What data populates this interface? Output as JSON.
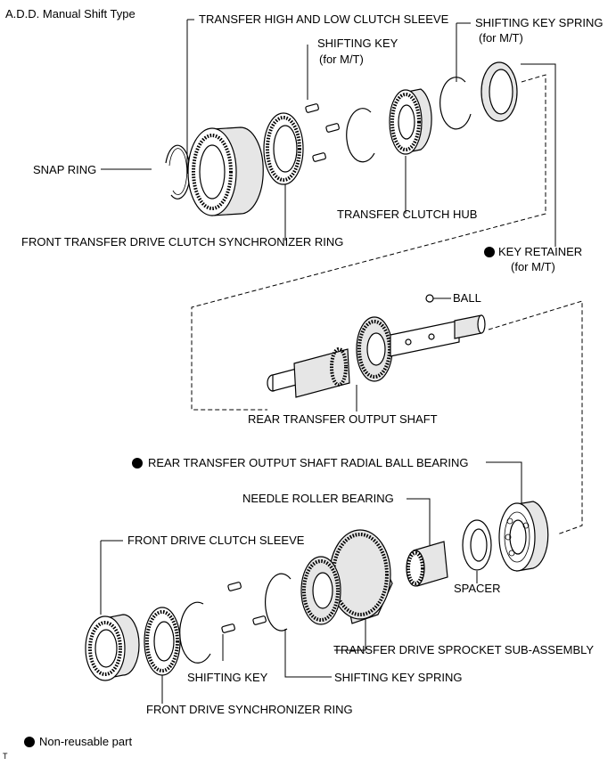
{
  "title": "A.D.D. Manual Shift Type",
  "labels": {
    "transfer_high_low_clutch_sleeve": "TRANSFER HIGH AND LOW CLUTCH SLEEVE",
    "shifting_key_top": "SHIFTING KEY",
    "shifting_key_top_note": "(for M/T)",
    "shifting_key_spring_top": "SHIFTING KEY SPRING",
    "shifting_key_spring_top_note": "(for M/T)",
    "snap_ring": "SNAP RING",
    "transfer_clutch_hub": "TRANSFER CLUTCH HUB",
    "front_transfer_sync_ring": "FRONT TRANSFER DRIVE CLUTCH SYNCHRONIZER RING",
    "key_retainer": "KEY RETAINER",
    "key_retainer_note": "(for M/T)",
    "ball": "BALL",
    "rear_transfer_output_shaft": "REAR TRANSFER OUTPUT SHAFT",
    "radial_ball_bearing": "REAR TRANSFER OUTPUT SHAFT RADIAL BALL BEARING",
    "needle_roller_bearing": "NEEDLE ROLLER BEARING",
    "front_drive_clutch_sleeve": "FRONT DRIVE CLUTCH SLEEVE",
    "spacer": "SPACER",
    "transfer_drive_sprocket": "TRANSFER DRIVE SPROCKET SUB-ASSEMBLY",
    "shifting_key_bottom": "SHIFTING KEY",
    "shifting_key_spring_bottom": "SHIFTING KEY SPRING",
    "front_drive_sync_ring": "FRONT DRIVE SYNCHRONIZER RING"
  },
  "legend": {
    "non_reusable": "Non-reusable part"
  },
  "corner_mark": "T",
  "colors": {
    "ink": "#000000",
    "background": "#ffffff"
  }
}
